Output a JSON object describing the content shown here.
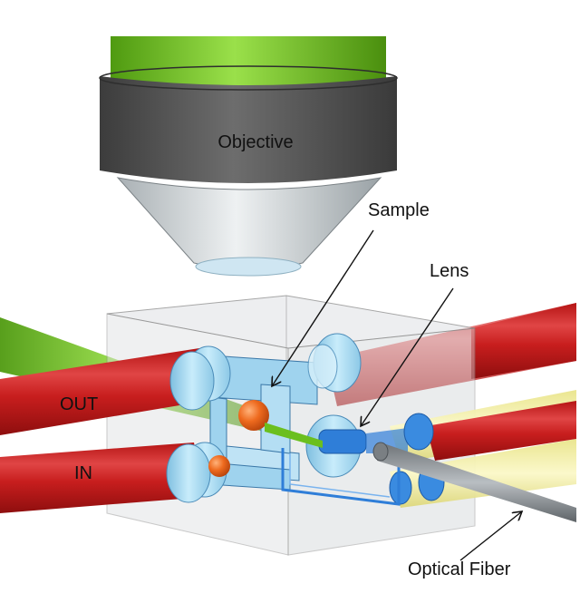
{
  "labels": {
    "objective": "Objective",
    "sample": "Sample",
    "lens": "Lens",
    "out": "OUT",
    "in": "IN",
    "optical_fiber": "Optical Fiber"
  },
  "colors": {
    "tube_red": "#cc1f1f",
    "tube_red_light": "#f07070",
    "collar_blue": "#a9d8f0",
    "objective_gray": "#5a5a5a",
    "objective_green": "#7cc82a",
    "cone_light": "#d8dde0",
    "beam_green": "#6bbf1e",
    "beam_yellow": "#f3f0a0",
    "sphere_orange": "#ee6a1e",
    "lens_blue": "#2f7ed8",
    "fiber_gray": "#8a8f93",
    "cube_edge": "#8a8a8a"
  }
}
